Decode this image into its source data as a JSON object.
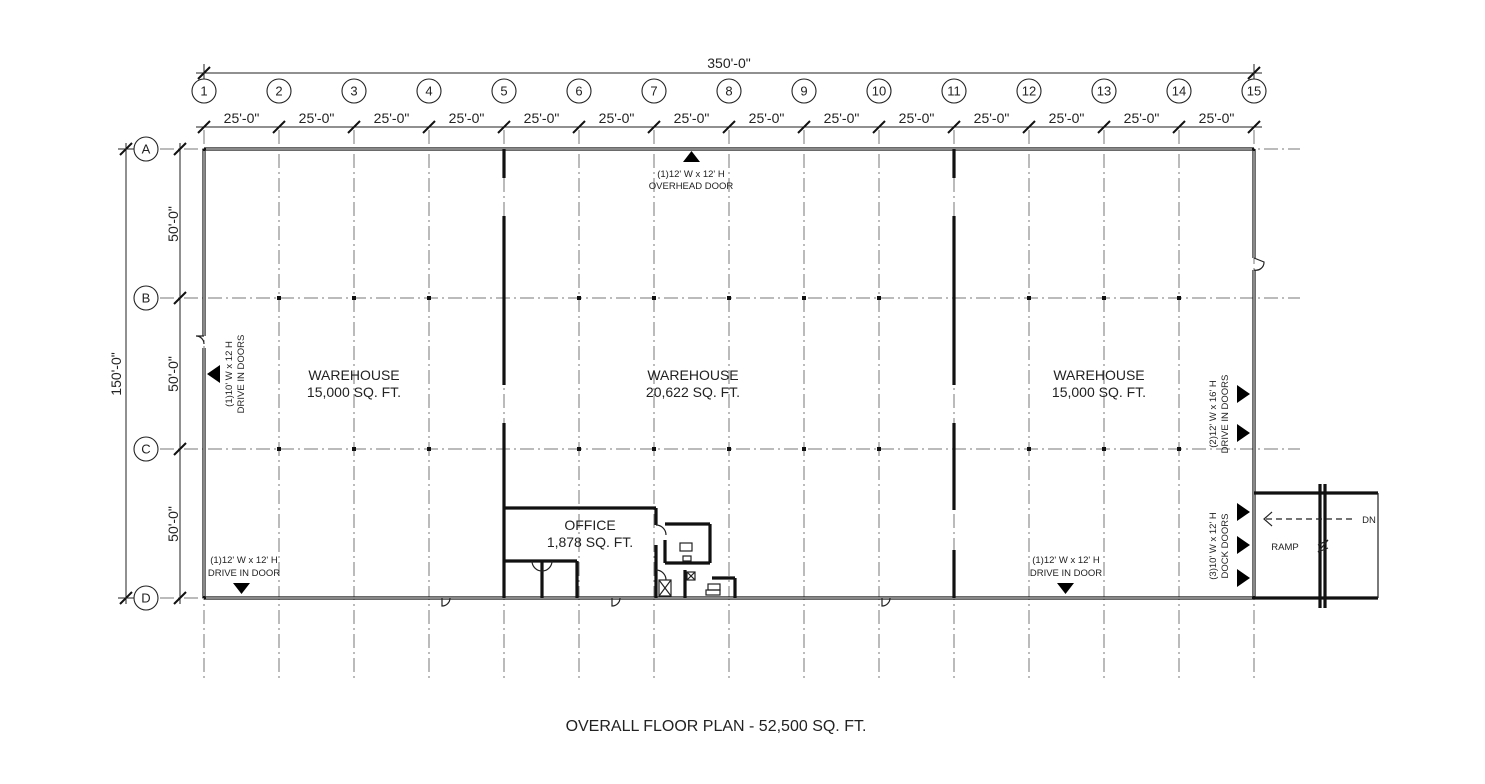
{
  "title": "OVERALL FLOOR PLAN - 52,500 SQ. FT.",
  "overall_dimensions": {
    "width_label": "350'-0\"",
    "depth_label": "150'-0\""
  },
  "column_grid": {
    "labels": [
      "1",
      "2",
      "3",
      "4",
      "5",
      "6",
      "7",
      "8",
      "9",
      "10",
      "11",
      "12",
      "13",
      "14",
      "15"
    ],
    "bay_label": "25'-0\"",
    "bay_count": 14
  },
  "row_grid": {
    "labels": [
      "A",
      "B",
      "C",
      "D"
    ],
    "bay_labels": [
      "50'-0\"",
      "50'-0\"",
      "50'-0\""
    ]
  },
  "rooms": [
    {
      "name": "WAREHOUSE",
      "area": "15,000 SQ. FT."
    },
    {
      "name": "WAREHOUSE",
      "area": "20,622 SQ. FT."
    },
    {
      "name": "WAREHOUSE",
      "area": "15,000 SQ. FT."
    },
    {
      "name": "OFFICE",
      "area": "1,878 SQ. FT."
    }
  ],
  "doors": [
    {
      "line1": "(1)12' W  x 12' H",
      "line2": "OVERHEAD DOOR"
    },
    {
      "line1": "(1)10' W  x 12 H",
      "line2": "DRIVE IN DOORS"
    },
    {
      "line1": "(1)12' W  x 12' H",
      "line2": "DRIVE IN DOOR"
    },
    {
      "line1": "(1)12' W  x 12' H",
      "line2": "DRIVE IN DOOR"
    },
    {
      "line1": "(2)12' W  x 16' H",
      "line2": "DRIVE IN DOORS"
    },
    {
      "line1": "(3)10' W  x 12' H",
      "line2": "DOCK DOORS"
    }
  ],
  "ramp": {
    "label": "RAMP",
    "direction_label": "DN"
  },
  "colors": {
    "line": "#111111",
    "grid": "#777777",
    "background": "#ffffff"
  }
}
